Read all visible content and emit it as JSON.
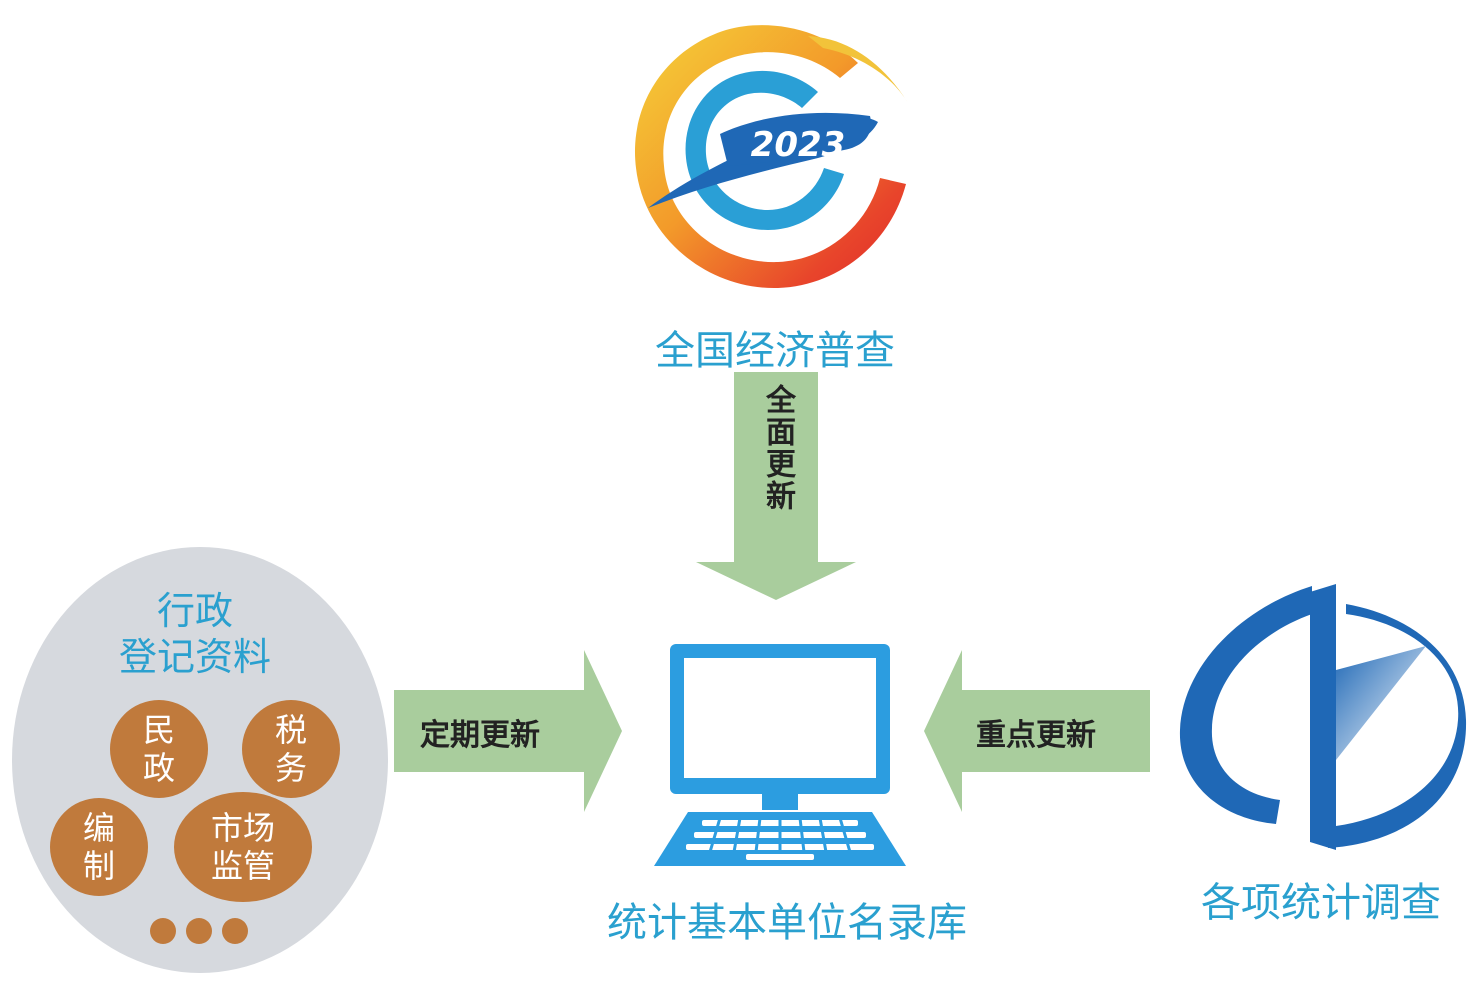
{
  "census": {
    "logo_year": "2023",
    "caption": "全国经济普查"
  },
  "arrows": {
    "top": "全面更新",
    "left": "定期更新",
    "right": "重点更新"
  },
  "center": {
    "caption": "统计基本单位名录库"
  },
  "admin": {
    "title_line1": "行政",
    "title_line2": "登记资料",
    "circles": {
      "civil": "民\n政",
      "tax": "税\n务",
      "staffing": "编\n制",
      "market": "市场\n监管"
    }
  },
  "stats": {
    "caption": "各项统计调查"
  },
  "colors": {
    "caption_blue": "#2aa0cf",
    "arrow_green": "#a9cd9d",
    "ellipse_grey": "#d6d9de",
    "circle_orange": "#c07a3c",
    "logo_blue": "#1f68b6"
  }
}
